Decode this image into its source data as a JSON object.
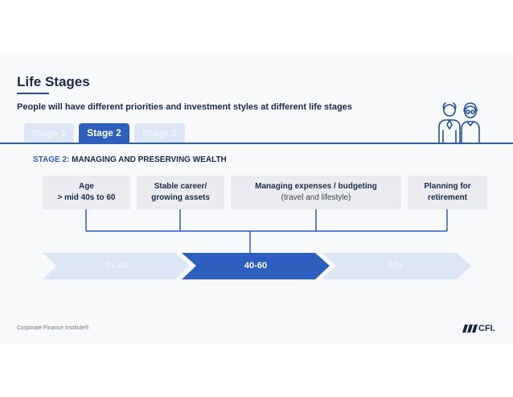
{
  "slide": {
    "title": "Life Stages",
    "subtitle": "People will have different priorities and investment styles at different life stages"
  },
  "tabs": [
    {
      "label": "Stage 1",
      "active": false
    },
    {
      "label": "Stage 2",
      "active": true
    },
    {
      "label": "Stage 3",
      "active": false
    }
  ],
  "stage": {
    "prefix": "STAGE 2:",
    "title": "MANAGING AND PRESERVING WEALTH"
  },
  "boxes": [
    {
      "line1": "Age",
      "line2": "> mid 40s to 60"
    },
    {
      "line1": "Stable career/",
      "line2": "growing assets"
    },
    {
      "line1": "Managing expenses / budgeting",
      "line2": "(travel and lifestyle)"
    },
    {
      "line1": "Planning for",
      "line2": "retirement"
    }
  ],
  "timeline": [
    {
      "label": "21-40",
      "active": false
    },
    {
      "label": "40-60",
      "active": true
    },
    {
      "label": "60+",
      "active": false
    }
  ],
  "footer": {
    "source": "Corporate Finance Institute®",
    "logo_text": "CFI."
  },
  "colors": {
    "accent": "#2c5fbe",
    "light": "#dce6f4",
    "dark_text": "#1b2a4a"
  },
  "icons": {
    "people": "elderly-couple-icon",
    "logo": "cfi-logo-icon"
  }
}
